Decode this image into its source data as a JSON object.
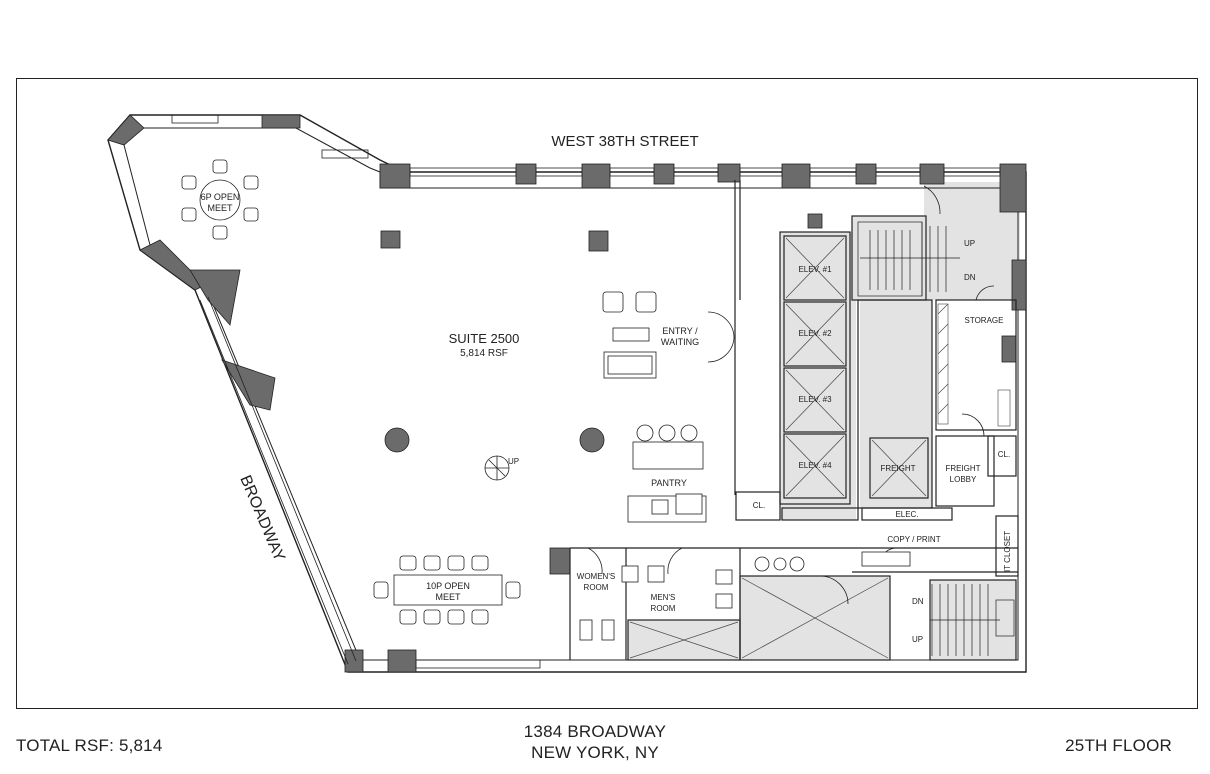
{
  "plan": {
    "street_north": "WEST 38TH STREET",
    "street_west": "BROADWAY",
    "suite": {
      "name": "SUITE 2500",
      "area": "5,814 RSF"
    },
    "rooms": {
      "meet6_line1": "6P OPEN",
      "meet6_line2": "MEET",
      "meet10_line1": "10P OPEN",
      "meet10_line2": "MEET",
      "entry_line1": "ENTRY /",
      "entry_line2": "WAITING",
      "pantry": "PANTRY",
      "spiral_up": "UP",
      "elev1": "ELEV. #1",
      "elev2": "ELEV. #2",
      "elev3": "ELEV. #3",
      "elev4": "ELEV. #4",
      "freight": "FREIGHT",
      "freight_lobby_line1": "FREIGHT",
      "freight_lobby_line2": "LOBBY",
      "storage": "STORAGE",
      "closet_small": "CL.",
      "closet_right": "CL.",
      "elec": "ELEC.",
      "copy_print": "COPY / PRINT",
      "it_closet": "IT CLOSET",
      "womens_line1": "WOMEN'S",
      "womens_line2": "ROOM",
      "mens_line1": "MEN'S",
      "mens_line2": "ROOM",
      "stair_top_up": "UP",
      "stair_top_dn": "DN",
      "stair_bot_dn": "DN",
      "stair_bot_up": "UP"
    }
  },
  "footer": {
    "total_rsf": "TOTAL RSF: 5,814",
    "address_line1": "1384 BROADWAY",
    "address_line2": "NEW YORK, NY",
    "floor": "25TH FLOOR"
  },
  "colors": {
    "wall": "#6b6b6b",
    "core": "#e3e3e3",
    "line": "#222222"
  }
}
